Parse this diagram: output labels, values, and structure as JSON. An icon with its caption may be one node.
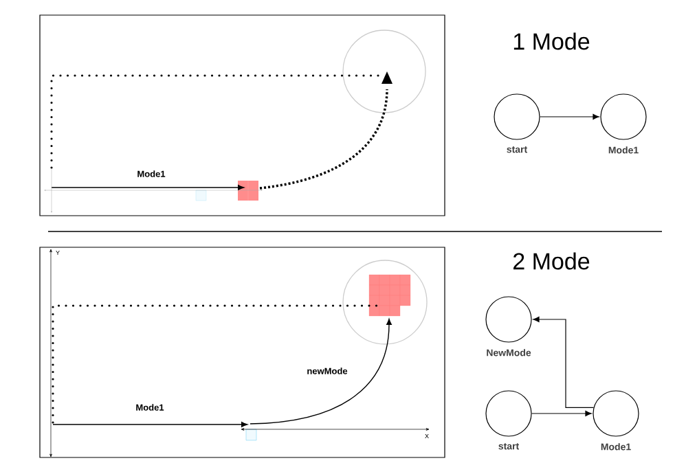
{
  "diagram": {
    "nodes": [
      {
        "text": [
          "start"
        ]
      },
      {
        "text": [
          "Mode1"
        ]
      },
      {
        "text": [
          "NewMode"
        ]
      },
      {
        "text": [
          "start"
        ]
      },
      {
        "text": [
          "Mode1"
        ]
      }
    ],
    "edges": [
      {
        "from": 0,
        "to": 1,
        "arrow": "to"
      },
      {
        "from": 3,
        "to": 4,
        "arrow": "to"
      },
      {
        "from": 4,
        "to": 2,
        "arrow": "to"
      }
    ],
    "labels": [
      "1 Mode",
      "Mode1",
      "2 Mode",
      "Y",
      "newMode",
      "Mode1",
      "X"
    ]
  }
}
